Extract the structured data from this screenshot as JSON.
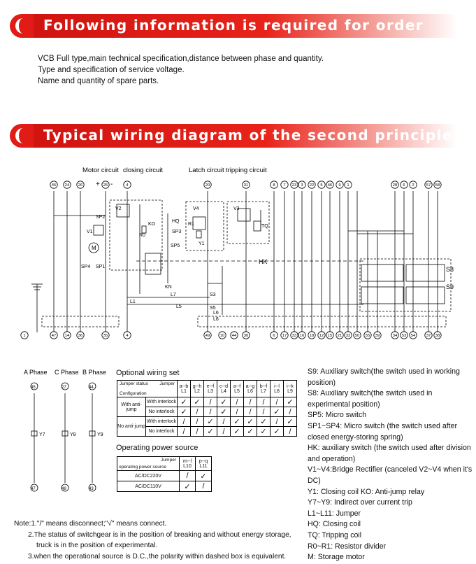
{
  "header1": {
    "title": "Following information is required for order"
  },
  "intro": [
    "VCB Full type,main technical specification,distance between phase and quantity.",
    "Type and specification of service voltage.",
    "Name and quantity of spare parts."
  ],
  "header2": {
    "title": "Typical wiring diagram of the second principle"
  },
  "diagram": {
    "section_labels": {
      "motor": "Motor circuit",
      "closing": "closing circuit",
      "latch": "Latch circuit",
      "tripping": "tripping circuit"
    },
    "polarity": {
      "plus": "+",
      "minus": "-"
    },
    "top_terminals": [
      "45",
      "24",
      "26",
      "25",
      "4",
      "20",
      "31",
      "8",
      "7",
      "23",
      "3",
      "22",
      "5",
      "46",
      "9",
      "1",
      "28",
      "6",
      "2",
      "57",
      "58"
    ],
    "bottom_terminals": [
      "1",
      "47",
      "14",
      "36",
      "35",
      "4",
      "49",
      "10",
      "44",
      "30",
      "6",
      "17",
      "33",
      "16",
      "18",
      "12",
      "15",
      "21",
      "32",
      "50",
      "55",
      "39",
      "34",
      "53",
      "54",
      "37",
      "38"
    ],
    "right_labels": {
      "s8": "S8",
      "s9": "S9",
      "hk": "HK"
    },
    "components": {
      "v1": "V1",
      "v2": "V2",
      "v3": "V3",
      "v4": "V4",
      "m": "M",
      "ko": "KO",
      "hq": "HQ",
      "tq": "TQ",
      "y1": "Y1",
      "r0": "R0",
      "r1": "R1",
      "kn": "KN",
      "sp1": "SP1",
      "sp2": "SP2",
      "sp3": "SP3",
      "sp4": "SP4",
      "sp5": "SP5",
      "l5": "L5",
      "l6": "L6",
      "l7": "L7",
      "l8": "L8",
      "l1": "L1",
      "s3": "S3",
      "s5": "S5"
    }
  },
  "phases": {
    "a": {
      "label": "A Phase",
      "top": "45",
      "coil": "Y7",
      "bottom": "47"
    },
    "c": {
      "label": "C Phase",
      "top": "27",
      "coil": "Y8",
      "bottom": "48"
    },
    "b": {
      "label": "B Phase",
      "top": "44",
      "coil": "Y9",
      "bottom": "43"
    }
  },
  "wiring_set": {
    "title": "Optional wiring set",
    "corner_top": "Jumper status",
    "corner_right": "Jumper",
    "corner_bottom": "Configuration",
    "columns": [
      [
        "a--b",
        "L1"
      ],
      [
        "g--h",
        "L2"
      ],
      [
        "e--f",
        "L3"
      ],
      [
        "c--d",
        "L4"
      ],
      [
        "a--f",
        "L5"
      ],
      [
        "a--g",
        "L6"
      ],
      [
        "b--f",
        "L7"
      ],
      [
        "i--l",
        "L8"
      ],
      [
        "i--k",
        "L9"
      ]
    ],
    "groups": [
      {
        "name": "With anti-jump",
        "rows": [
          {
            "name": "With interlock",
            "marks": [
              "✓",
              "✓",
              "/",
              "✓",
              "/",
              "/",
              "/",
              "/",
              "✓"
            ]
          },
          {
            "name": "No interlock",
            "marks": [
              "✓",
              "/",
              "/",
              "✓",
              "/",
              "/",
              "/",
              "✓",
              "/"
            ]
          }
        ]
      },
      {
        "name": "No anti-jump",
        "rows": [
          {
            "name": "With interlock",
            "marks": [
              "/",
              "/",
              "✓",
              "/",
              "✓",
              "✓",
              "✓",
              "/",
              "✓"
            ]
          },
          {
            "name": "No interlock",
            "marks": [
              "/",
              "/",
              "✓",
              "/",
              "✓",
              "✓",
              "✓",
              "✓",
              "/"
            ]
          }
        ]
      }
    ]
  },
  "power_source": {
    "title": "Operating power source",
    "corner_top": "Jumper",
    "corner_bottom": "operating power source",
    "columns": [
      [
        "m--l",
        "L10"
      ],
      [
        "p--q",
        "L11"
      ]
    ],
    "rows": [
      {
        "name": "AC/DC220V",
        "marks": [
          "/",
          "✓"
        ]
      },
      {
        "name": "AC/DC110V",
        "marks": [
          "✓",
          "/"
        ]
      }
    ]
  },
  "legend": [
    "S9: Auxiliary switch(the switch used in working position)",
    "S8: Auxiliary switch(the switch used in experimental position)",
    "SP5: Micro switch",
    "SP1~SP4: Micro switch (the switch used after closed energy-storing spring)",
    "HK: auxiliary switch (the switch used after division and operation)",
    "V1~V4:Bridge Rectifier (canceled V2~V4 when it's DC)",
    "Y1: Closing coil      KO: Anti-jump relay",
    "Y7~Y9: Indirect over current trip",
    "L1~L11: Jumper",
    "HQ: Closing coil",
    "TQ: Tripping coil",
    "R0~R1: Resistor divider",
    "M: Storage motor"
  ],
  "notes": [
    "Note:1.\"/\" means disconnect;\"√\" means connect.",
    "2.The status of switchgear is in the position of breaking and without energy storage,",
    "truck is in the position of experimental.",
    "3.when the operational source is D.C.,the polarity within dashed box is  equivalent."
  ]
}
